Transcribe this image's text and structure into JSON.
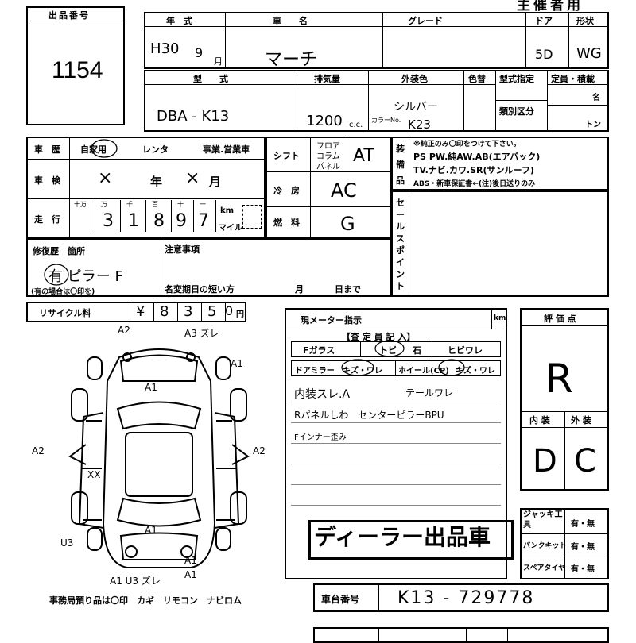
{
  "header": {
    "top_title": "主催者用",
    "lot_label": "出品番号",
    "lot_number": "1154"
  },
  "row1": {
    "year_label": "年　式",
    "year_value": "H30",
    "month_value": "9",
    "month_unit": "月",
    "name_label": "車　　名",
    "name_value": "マーチ",
    "grade_label": "グレード",
    "grade_value": "",
    "door_label": "ドア",
    "door_value": "5D",
    "shape_label": "形状",
    "shape_value": "WG"
  },
  "row2": {
    "model_label": "型　　式",
    "model_value": "DBA - K13",
    "disp_label": "排気量",
    "disp_value": "1200",
    "disp_unit": "c.c.",
    "ext_color_label": "外装色",
    "ext_color_value": "シルバー",
    "color_no_label": "カラーNo.",
    "color_no_value": "K23",
    "color_change_label": "色替",
    "type_spec_label": "型式指定",
    "class_label": "類別区分",
    "capacity_label": "定員・積載",
    "capacity_unit1": "名",
    "capacity_unit2": "トン"
  },
  "history": {
    "label": "車　歴",
    "options": [
      "自家用",
      "レンタ",
      "事業.営業車"
    ]
  },
  "inspection": {
    "label": "車　検",
    "year_value": "×",
    "year_unit": "年",
    "month_value": "×",
    "month_unit": "月"
  },
  "mileage": {
    "label": "走　行",
    "headers": [
      "十万",
      "万",
      "千",
      "百",
      "十",
      "一"
    ],
    "digits": [
      "",
      "3",
      "1",
      "8",
      "9",
      "7"
    ],
    "unit_km": "km",
    "unit_mile": "マイル"
  },
  "shift": {
    "label": "シフト",
    "options": [
      "フロア",
      "コラム",
      "パネル"
    ],
    "value": "AT"
  },
  "aircon": {
    "label": "冷　房",
    "value": "AC"
  },
  "fuel": {
    "label": "燃　料",
    "value": "G"
  },
  "equipment": {
    "label": "装備品",
    "note": "※純正のみ〇印をつけて下さい。",
    "line1": "PS PW.純AW.AB(エアバック)",
    "line2": "TV.ナビ.カワ.SR(サンルーフ)",
    "line3": "ABS・新車保証書←(注)後日送りのみ"
  },
  "sales_point": {
    "label": "セールスポイント"
  },
  "repair": {
    "label": "修復歴　箇所",
    "value": "有 ピラー F",
    "note": "(有の場合は〇印を)"
  },
  "notice": {
    "label": "注意事項",
    "name_change_label": "名変期日の短い方",
    "month_unit": "月",
    "day_unit": "日まで"
  },
  "recycle": {
    "label": "リサイクル料",
    "digits": [
      "¥",
      "8",
      "3",
      "5",
      "0"
    ],
    "unit": "円"
  },
  "meter": {
    "label": "現メーター指示",
    "unit": "km",
    "inspector_label": "【査 定 員 記 入】",
    "glass_f": "Fガラス",
    "glass_tobi": "トビ",
    "glass_ishi": "石",
    "glass_hibi": "ヒビワレ",
    "mirror_label": "ドアミラー",
    "mirror_value": "キズ・ワレ",
    "wheel_label": "ホイール(CP)",
    "wheel_value": "キズ・ワレ",
    "notes": [
      "内装スレ.A",
      "テールワレ",
      "Rパネルしわ　センターピラーBPU",
      "Fインナー歪み"
    ]
  },
  "dealer_stamp": "ディーラー出品車",
  "evaluation": {
    "label": "評 価 点",
    "value": "R",
    "interior_label": "内 装",
    "exterior_label": "外 装",
    "interior_value": "D",
    "exterior_value": "C"
  },
  "tools": [
    {
      "label": "ジャッキ工　具",
      "value": "有・無"
    },
    {
      "label": "パンクキット",
      "value": "有・無"
    },
    {
      "label": "スペアタイヤ",
      "value": "有・無"
    }
  ],
  "chassis": {
    "label": "車台番号",
    "value": "K13 - 729778"
  },
  "diagram": {
    "annotations": [
      "A2",
      "A3 ズレ",
      "A1",
      "A1",
      "A2",
      "A2",
      "XX",
      "A1",
      "U3",
      "A1",
      "A1",
      "A1 U3 ズレ"
    ],
    "footer": "事務局預り品は〇印　カギ　リモコン　ナビロム"
  }
}
